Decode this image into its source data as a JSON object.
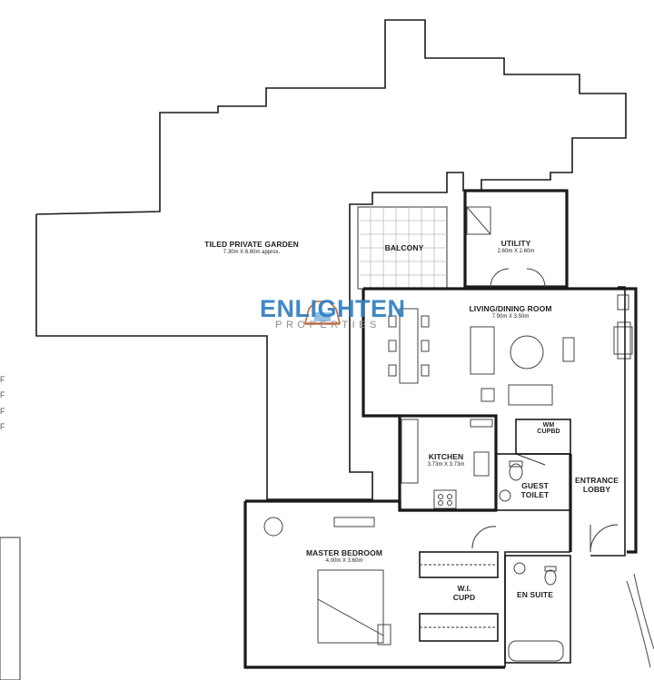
{
  "rooms": {
    "garden": {
      "title": "TILED PRIVATE GARDEN",
      "dims": "7.30m X 6.60m approx."
    },
    "balcony": {
      "title": "BALCONY"
    },
    "utility": {
      "title": "UTILITY",
      "dims": "2.60m X 2.60m"
    },
    "living": {
      "title": "LIVING/DINING ROOM",
      "dims": "7.90m X 3.50m"
    },
    "kitchen": {
      "title": "KITCHEN",
      "dims": "3.73m X 3.73m"
    },
    "wm": {
      "title": "WM",
      "subtitle": "CUPBD"
    },
    "guest_toilet": {
      "line1": "GUEST",
      "line2": "TOILET"
    },
    "entrance": {
      "line1": "ENTRANCE",
      "line2": "LOBBY"
    },
    "master": {
      "title": "MASTER BEDROOM",
      "dims": "4.00m X 3.60m"
    },
    "wi": {
      "line1": "W.I.",
      "line2": "CUPD"
    },
    "ensuite": {
      "title": "EN SUITE"
    }
  },
  "watermark": {
    "brand": "ENLIGHTEN",
    "tagline": "PROPERTIES",
    "colors": {
      "brand": "#2f7fc1",
      "tagline": "#8c8c8c",
      "emblem": "#c9683a"
    }
  },
  "margin_marks": [
    "F",
    "F",
    "F",
    "F"
  ]
}
